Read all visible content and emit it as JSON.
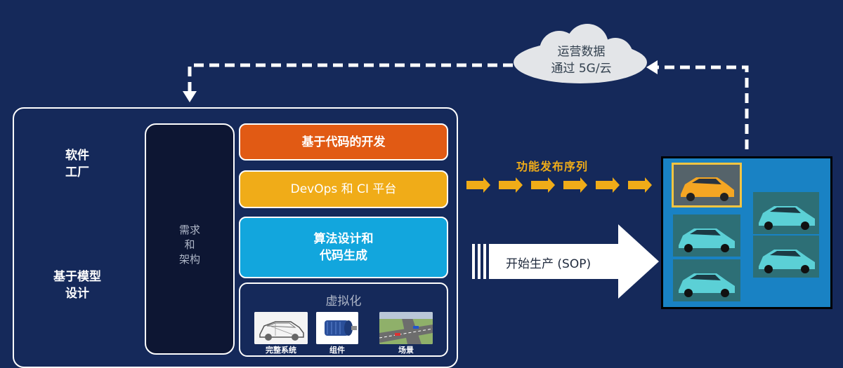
{
  "cloud": {
    "line1": "运营数据",
    "line2": "通过 5G/云"
  },
  "factory": {
    "label_top": "软件\n工厂",
    "label_bottom": "基于模型\n设计",
    "requirements": "需求\n和\n架构"
  },
  "bands": {
    "code_based": "基于代码的开发",
    "devops": "DevOps 和 CI 平台",
    "algorithm": "算法设计和\n代码生成",
    "virtualization": "虚拟化"
  },
  "virtualization_items": [
    "完整系统",
    "组件",
    "场景"
  ],
  "flows": {
    "feature_release": "功能发布序列",
    "sop": "开始生产 (SOP)"
  },
  "colors": {
    "background": "#15295a",
    "code_based": "#e15a14",
    "devops": "#f0ac18",
    "algorithm": "#12a6dd",
    "fleet": "#1982c4",
    "highlight_car": "#f5a623",
    "fleet_car": "#5bd0d6"
  }
}
